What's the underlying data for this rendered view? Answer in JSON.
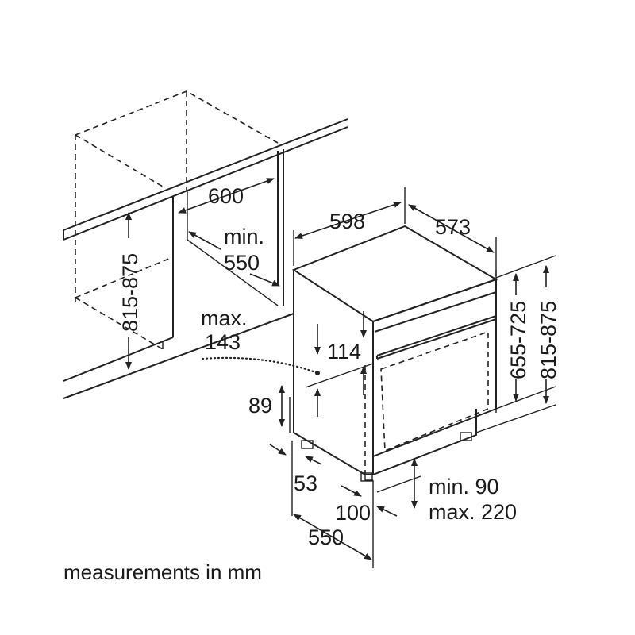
{
  "labels": {
    "counter_width": "600",
    "niche_min_label": "min.",
    "niche_min_value": "550",
    "niche_height": "815-875",
    "appliance_width": "598",
    "appliance_depth": "573",
    "appliance_height": "655-725",
    "overall_height": "815-875",
    "panel_max_label": "max.",
    "panel_max_value": "143",
    "panel_114": "114",
    "plinth_89": "89",
    "foot_53": "53",
    "depth_100": "100",
    "depth_550": "550",
    "plinth_min": "min. 90",
    "plinth_max": "max. 220",
    "footer": "measurements in mm"
  },
  "colors": {
    "line": "#222222",
    "text": "#1a1a1a",
    "background": "#ffffff"
  }
}
